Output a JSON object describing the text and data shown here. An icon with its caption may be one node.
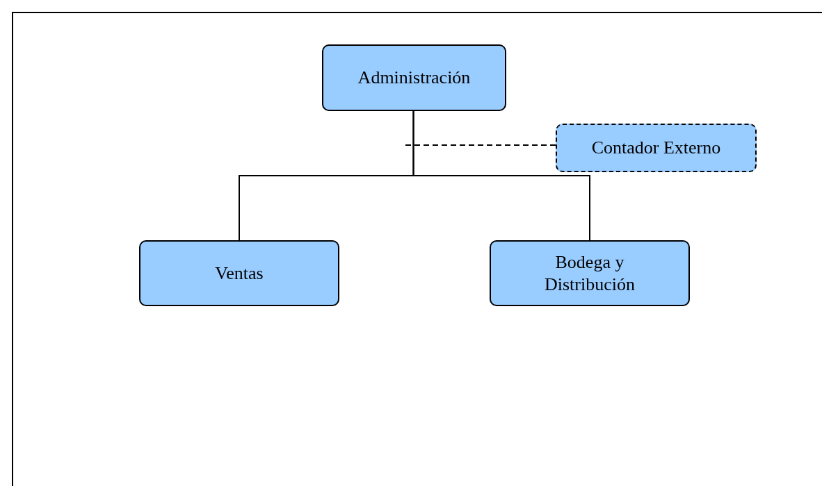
{
  "diagram": {
    "nodes": [
      {
        "text": [
          "Administración"
        ]
      },
      {
        "text": [
          "Contador Externo"
        ]
      },
      {
        "text": [
          "Ventas"
        ]
      },
      {
        "text": [
          "Bodega y Distribución"
        ]
      }
    ],
    "edges": [
      {
        "from": 0,
        "to": 2,
        "arrow": "none"
      },
      {
        "from": 0,
        "to": 3,
        "arrow": "none"
      },
      {
        "from": 1,
        "to": null,
        "arrow": "none",
        "style": "dashed"
      }
    ]
  }
}
